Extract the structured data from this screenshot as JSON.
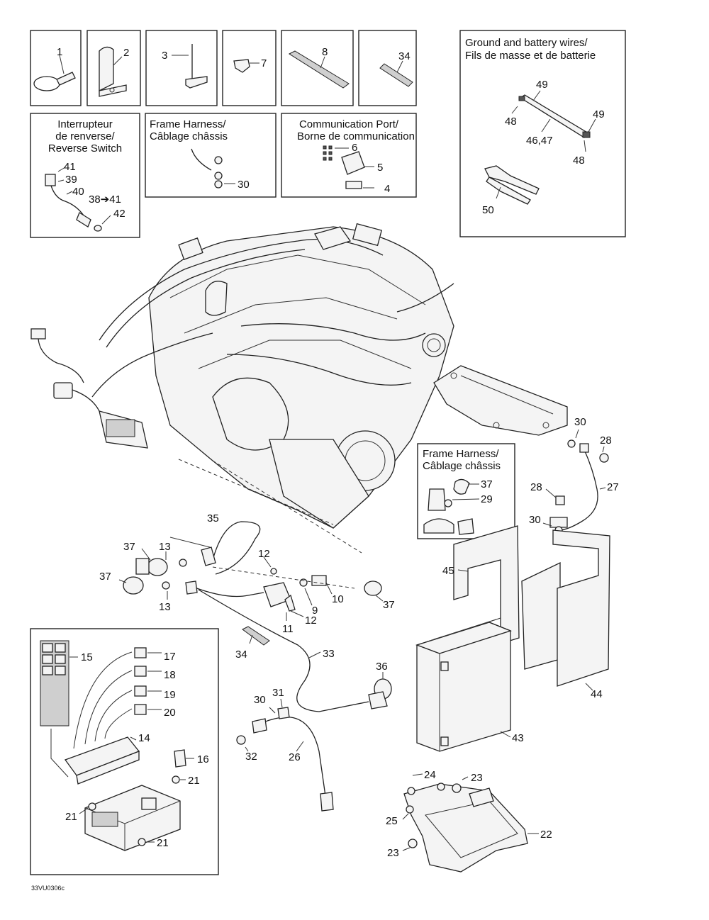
{
  "figure_code": "33VU0306c",
  "panels": {
    "ground_battery": {
      "title_en": "Ground and battery wires/",
      "title_fr": "Fils de masse et de batterie"
    },
    "reverse_switch": {
      "line1": "Interrupteur",
      "line2": "de renverse/",
      "line3": "Reverse Switch"
    },
    "frame_harness_top": {
      "line1": "Frame Harness/",
      "line2": "Câblage châssis"
    },
    "communication_port": {
      "line1": "Communication Port/",
      "line2": "Borne de communication"
    },
    "frame_harness_mid": {
      "line1": "Frame Harness/",
      "line2": "Câblage châssis"
    }
  },
  "labels": {
    "p1": "1",
    "p2": "2",
    "p3": "3",
    "p7": "7",
    "p8": "8",
    "p34a": "34",
    "p49a": "49",
    "p48a": "48",
    "p49b": "49",
    "p4647": "46,47",
    "p48b": "48",
    "p50": "50",
    "p41": "41",
    "p39": "39",
    "p40": "40",
    "p3841": "38➔41",
    "p42": "42",
    "p30a": "30",
    "p6": "6",
    "p5": "5",
    "p4": "4",
    "p30b": "30",
    "p28a": "28",
    "p37a": "37",
    "p29": "29",
    "p28b": "28",
    "p27": "27",
    "p30c": "30",
    "p35": "35",
    "p37b": "37",
    "p13a": "13",
    "p12a": "12",
    "p37c": "37",
    "p13b": "13",
    "p10": "10",
    "p9": "9",
    "p12b": "12",
    "p11": "11",
    "p37d": "37",
    "p45": "45",
    "p44": "44",
    "p43": "43",
    "p15": "15",
    "p17": "17",
    "p18": "18",
    "p19": "19",
    "p20": "20",
    "p14": "14",
    "p16": "16",
    "p21a": "21",
    "p21b": "21",
    "p21c": "21",
    "p34b": "34",
    "p33": "33",
    "p36": "36",
    "p31": "31",
    "p30d": "30",
    "p32": "32",
    "p26": "26",
    "p24": "24",
    "p23a": "23",
    "p25": "25",
    "p22": "22",
    "p23b": "23"
  }
}
